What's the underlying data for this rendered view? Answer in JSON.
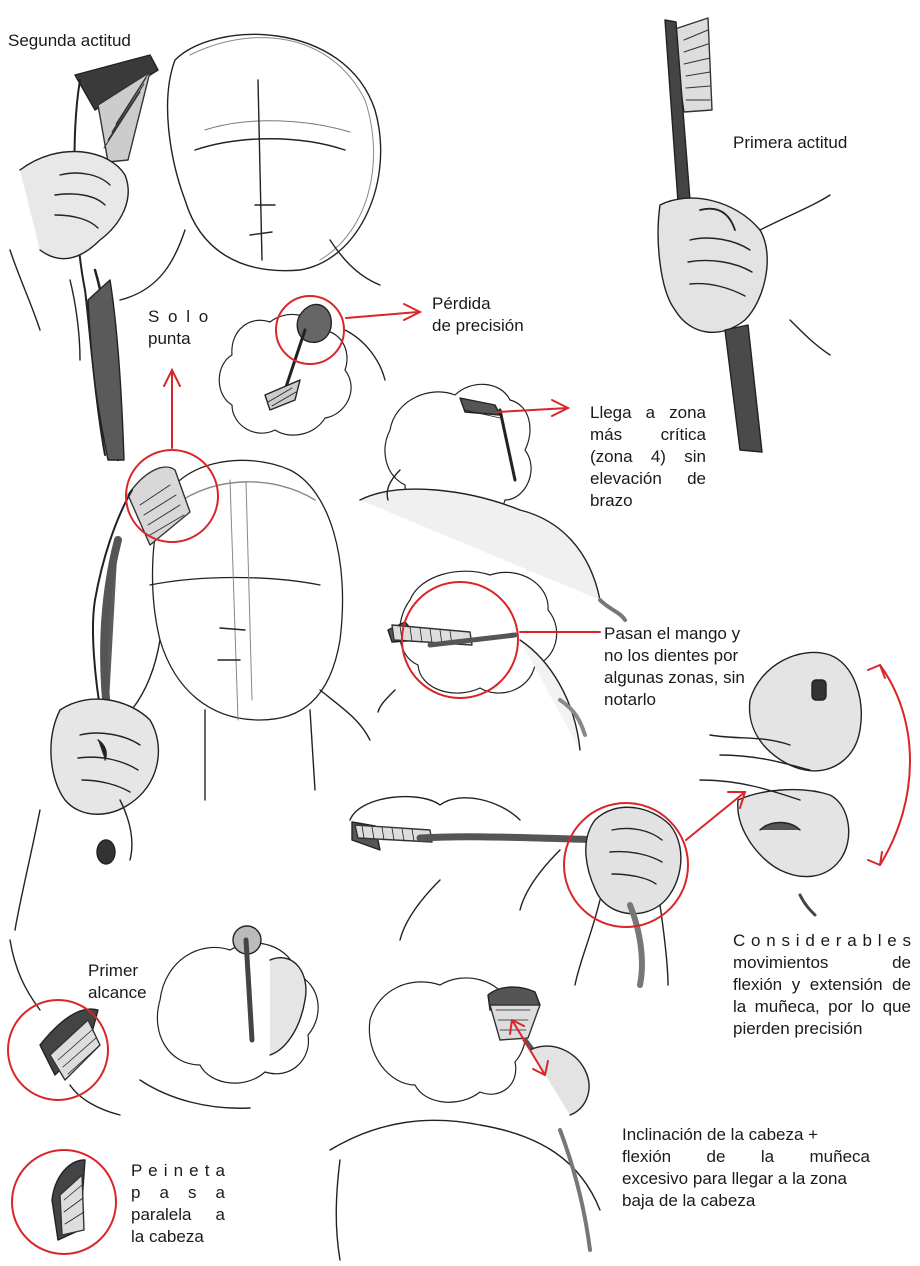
{
  "colors": {
    "ink": "#1f1f1f",
    "wash": "#7a7a7a",
    "accent": "#d9262a",
    "paper": "#ffffff"
  },
  "annotations": {
    "segunda": [
      "Segunda actitud"
    ],
    "primera": [
      "Primera actitud"
    ],
    "solo": [
      "S o l o",
      "punta"
    ],
    "perdida": [
      "Pérdida",
      "de precisión"
    ],
    "llega": [
      "Llega a zona",
      "más crítica",
      "(zona 4) sin",
      "elevación de",
      "brazo"
    ],
    "pasan": [
      "Pasan el mango y",
      "no los dientes por",
      "algunas zonas, sin",
      "notarlo"
    ],
    "considerables": [
      "C o n s i d e r a b l e s",
      "movimientos de",
      "flexión y extensión de",
      "la muñeca, por lo que",
      "pierden precisión"
    ],
    "primer": [
      "Primer",
      "alcance"
    ],
    "peineta": [
      "P e i n e t a",
      "p a s a",
      "paralela a",
      "la cabeza"
    ],
    "inclinacion": [
      "Inclinación de la cabeza +",
      "flexión de la muñeca",
      "excesivo para llegar a la zona",
      "baja de la cabeza"
    ]
  }
}
